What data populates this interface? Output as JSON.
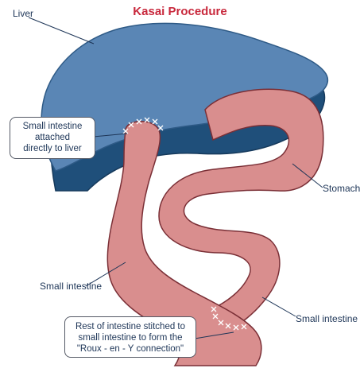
{
  "title": "Kasai Procedure",
  "labels": {
    "liver": "Liver",
    "stomach": "Stomach",
    "small_intestine_left": "Small intestine",
    "small_intestine_right": "Small intestine"
  },
  "callouts": {
    "attached_lines": [
      "Small intestine",
      "attached",
      "directly to liver"
    ],
    "roux_lines": [
      "Rest of intestine stitched to",
      "small intestine to form the",
      "\"Roux - en - Y connection\""
    ]
  },
  "colors": {
    "liver_light": "#5a86b5",
    "liver_dark": "#1f4f7a",
    "intestine_fill": "#d98e8e",
    "intestine_edge": "#7a2f36",
    "title": "#c8283c",
    "label_text": "#1d3557",
    "stitches": "#ffffff"
  }
}
